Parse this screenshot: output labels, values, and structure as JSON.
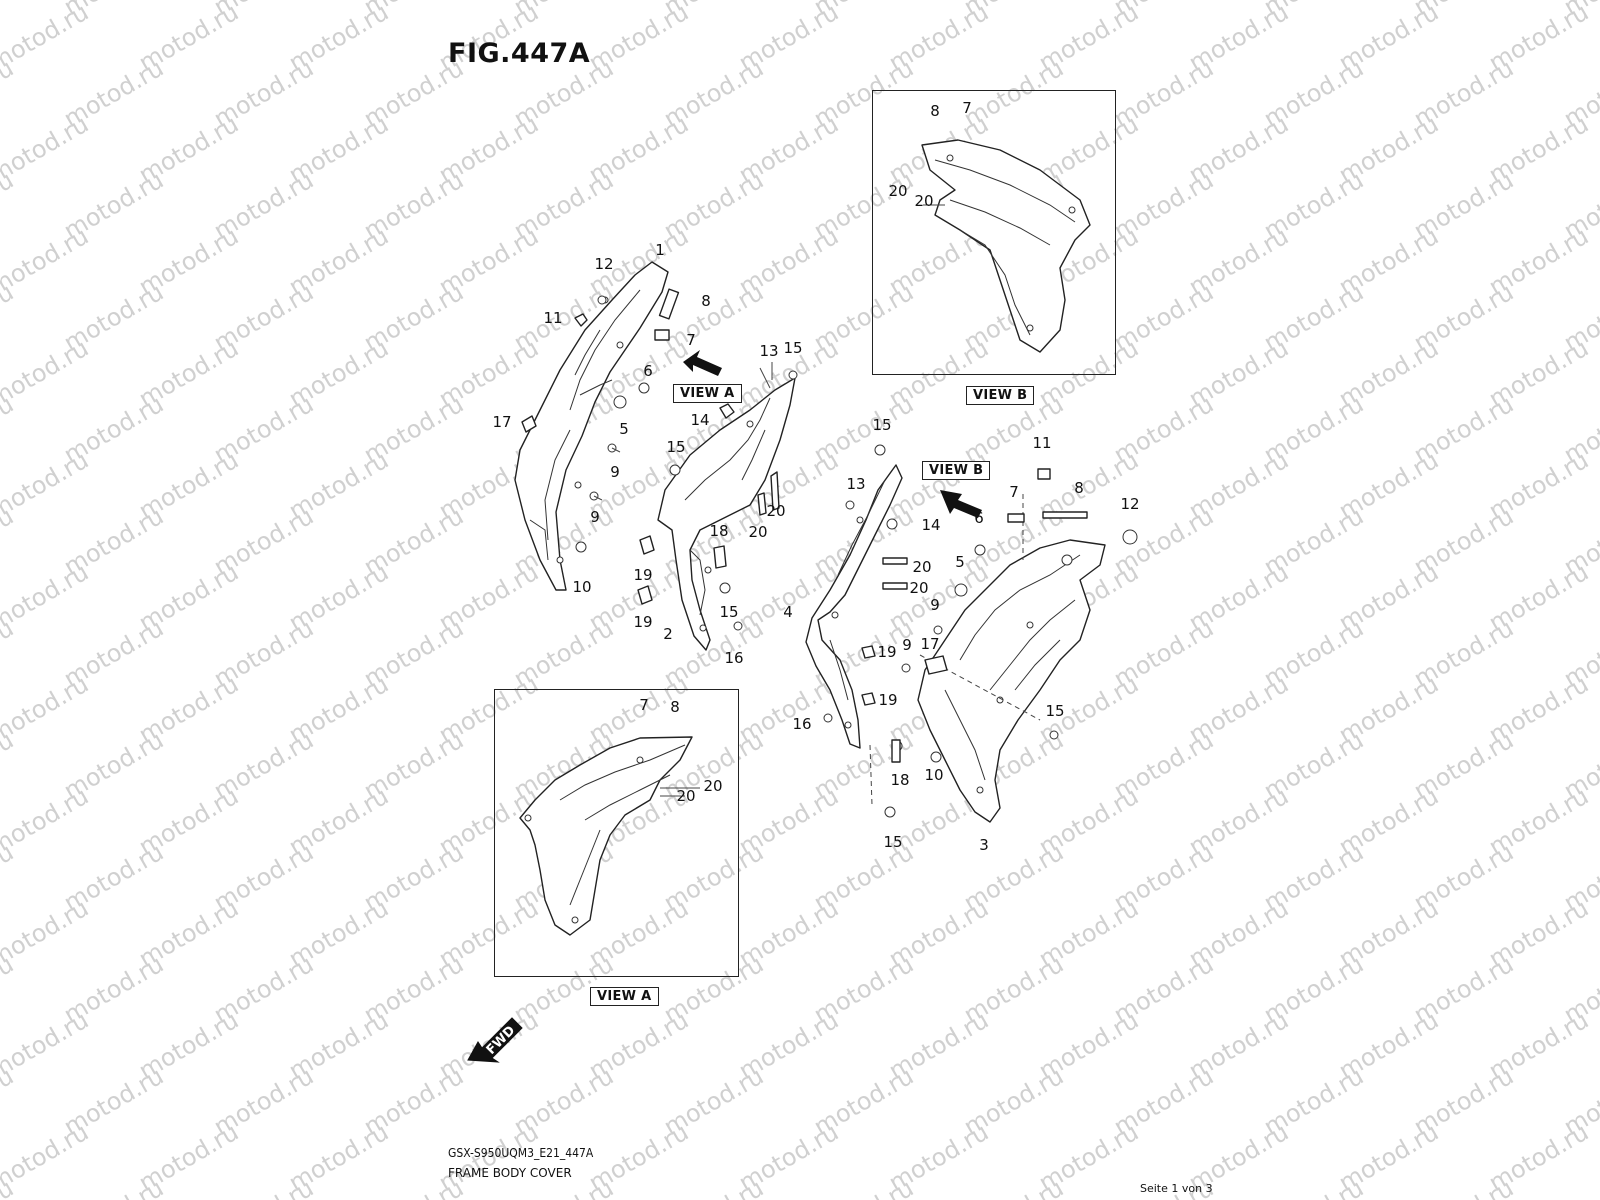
{
  "figure": {
    "title": "FIG.447A"
  },
  "footer": {
    "model_code": "GSX-S950UQM3_E21_447A",
    "caption": "FRAME BODY COVER",
    "page": "Seite 1 von 3"
  },
  "watermark": {
    "text": "motod.ru"
  },
  "views": {
    "view_a_label": "VIEW A",
    "view_b_label": "VIEW B",
    "fwd_label": "FWD"
  },
  "callouts": {
    "left_assembly": [
      "1",
      "12",
      "8",
      "11",
      "7",
      "6",
      "5",
      "17",
      "9",
      "9",
      "10"
    ],
    "middle_cover": [
      "13",
      "15",
      "14",
      "15",
      "18",
      "20",
      "20",
      "19",
      "19",
      "15",
      "2",
      "16"
    ],
    "right_assembly": [
      "15",
      "13",
      "14",
      "20",
      "20",
      "4",
      "9",
      "19",
      "9",
      "19",
      "16",
      "18",
      "15",
      "10",
      "3",
      "17",
      "15",
      "5",
      "6",
      "7",
      "8",
      "11",
      "12"
    ],
    "view_b_box": [
      "8",
      "7",
      "20",
      "20"
    ],
    "view_a_box": [
      "7",
      "8",
      "20",
      "20"
    ]
  }
}
